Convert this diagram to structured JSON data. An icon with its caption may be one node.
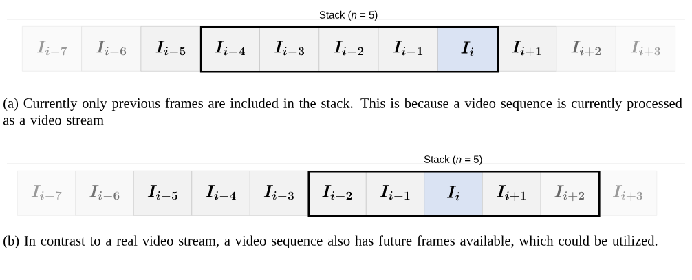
{
  "diagram": {
    "nodes": [
      {
        "text": [
          "Stack (*n* = 5)"
        ]
      },
      {
        "text": [
          "I_{i-7}"
        ]
      },
      {
        "text": [
          "I_{i-6}"
        ]
      },
      {
        "text": [
          "I_{i-5}"
        ]
      },
      {
        "text": [
          "I_{i-4}"
        ],
        "in": 0
      },
      {
        "text": [
          "I_{i-3}"
        ],
        "in": 0
      },
      {
        "text": [
          "I_{i-2}"
        ],
        "in": 0
      },
      {
        "text": [
          "I_{i-1}"
        ],
        "in": 0
      },
      {
        "text": [
          "I_{i}"
        ],
        "in": 0
      },
      {
        "text": [
          "I_{i+1}"
        ]
      },
      {
        "text": [
          "I_{i+2}"
        ]
      },
      {
        "text": [
          "I_{i+3}"
        ]
      },
      {
        "text": [
          "Stack (*n* = 5)"
        ]
      },
      {
        "text": [
          "I_{i-7}"
        ]
      },
      {
        "text": [
          "I_{i-6}"
        ]
      },
      {
        "text": [
          "I_{i-5}"
        ]
      },
      {
        "text": [
          "I_{i-4}"
        ]
      },
      {
        "text": [
          "I_{i-3}"
        ]
      },
      {
        "text": [
          "I_{i-2}"
        ],
        "in": 12
      },
      {
        "text": [
          "I_{i-1}"
        ],
        "in": 12
      },
      {
        "text": [
          "I_{i}"
        ],
        "in": 12
      },
      {
        "text": [
          "I_{i+1}"
        ],
        "in": 12
      },
      {
        "text": [
          "I_{i+2}"
        ],
        "in": 12
      },
      {
        "text": [
          "I_{i+3}"
        ]
      }
    ],
    "labels": [
      "(a) Currently only previous frames are included in the stack. This is because a video sequence is currently processed as a video stream",
      "(b) In contrast to a real video stream, a video sequence also has future frames available, which could be utilized."
    ]
  }
}
